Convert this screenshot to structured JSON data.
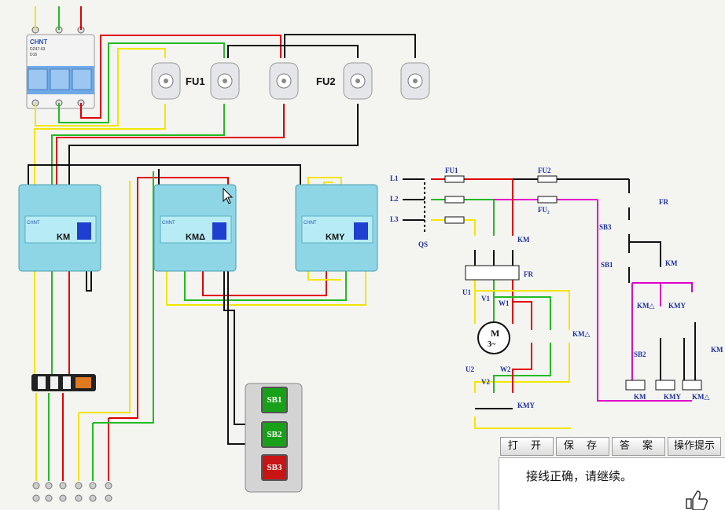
{
  "colors": {
    "red": "#e00000",
    "yellow": "#f2e600",
    "green": "#22bb22",
    "black": "#111111",
    "magenta": "#e000c8",
    "blue": "#1b2fa0"
  },
  "breaker": {
    "brand": "CHNT",
    "model": "DZ47-63",
    "rating": "D16"
  },
  "fuses": {
    "fu1": "FU1",
    "fu2": "FU2"
  },
  "contactors": [
    {
      "id": "km",
      "brand": "CHNT",
      "label": "KM"
    },
    {
      "id": "kmd",
      "brand": "CHNT",
      "label": "KMΔ"
    },
    {
      "id": "kmy",
      "brand": "CHNT",
      "label": "KMY"
    }
  ],
  "pushbuttons": {
    "sb1": "SB1",
    "sb2": "SB2",
    "sb3": "SB3"
  },
  "schematic": {
    "l1": "L1",
    "l2": "L2",
    "l3": "L3",
    "qs": "QS",
    "fu1": "FU1",
    "fu2": "FU2",
    "fu2b": "FU₂",
    "km": "KM",
    "fr": "FR",
    "u1": "U1",
    "v1": "V1",
    "w1": "W1",
    "motor": "M",
    "motor_sub": "3~",
    "kmd": "KM△",
    "u2": "U2",
    "v2": "V2",
    "w2": "W2",
    "kmy": "KMY",
    "fr_ctrl": "FR",
    "sb3": "SB3",
    "sb1": "SB1",
    "km_ctrl": "KM",
    "kmd_ctrl": "KM△",
    "kmy_ctrl": "KMY",
    "sb2": "SB2",
    "km_ctrl2": "KM",
    "coil_km": "KM",
    "coil_kmy": "KMY",
    "coil_kmd": "KM△"
  },
  "toolbar": {
    "open": "打 开",
    "save": "保 存",
    "answer": "答 案",
    "hint": "操作提示"
  },
  "message": "接线正确，请继续。"
}
